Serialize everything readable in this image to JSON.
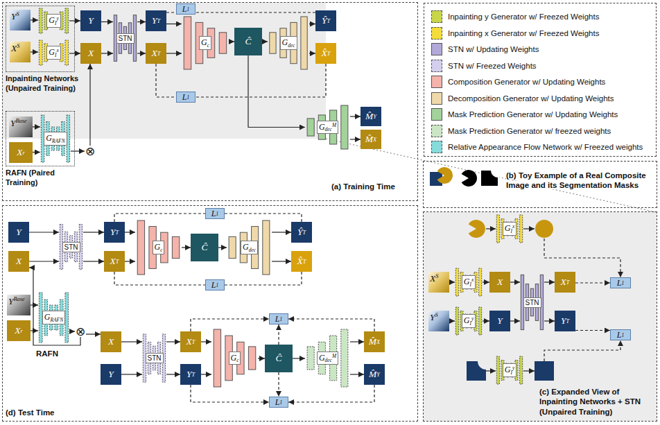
{
  "diagram": {
    "nodes": [
      {
        "text": [
          "(a) Training Time"
        ]
      },
      {
        "text": [
          "Inpainting Networks (Unpaired Training)"
        ],
        "in": 0
      },
      {
        "text": [
          "Y",
          "S"
        ],
        "in": 1
      },
      {
        "text": [
          "G",
          "I",
          "y"
        ],
        "in": 1
      },
      {
        "text": [
          "X",
          "S"
        ],
        "in": 1
      },
      {
        "text": [
          "G",
          "I",
          "x"
        ],
        "in": 1
      },
      {
        "text": [
          "Y"
        ],
        "in": 0
      },
      {
        "text": [
          "X"
        ],
        "in": 0
      },
      {
        "text": [
          "STN"
        ],
        "in": 0
      },
      {
        "text": [
          "Y",
          "T"
        ],
        "in": 0
      },
      {
        "text": [
          "X",
          "T"
        ],
        "in": 0
      },
      {
        "text": [
          "L",
          "1"
        ],
        "in": 0
      },
      {
        "text": [
          "G",
          "c"
        ],
        "in": 0
      },
      {
        "text": [
          "Ĉ"
        ],
        "in": 0
      },
      {
        "text": [
          "G",
          "dec"
        ],
        "in": 0
      },
      {
        "text": [
          "Ŷ",
          "T"
        ],
        "in": 0
      },
      {
        "text": [
          "X̂",
          "T"
        ],
        "in": 0
      },
      {
        "text": [
          "L",
          "1"
        ],
        "in": 0
      },
      {
        "text": [
          "G",
          "dec",
          "M"
        ],
        "in": 0
      },
      {
        "text": [
          "M̂",
          "Y"
        ],
        "in": 0
      },
      {
        "text": [
          "M̂",
          "X"
        ],
        "in": 0
      },
      {
        "text": [
          "RAFN (Paired Training)"
        ],
        "in": 0
      },
      {
        "text": [
          "Y",
          "Base"
        ],
        "in": 21
      },
      {
        "text": [
          "X",
          "r"
        ],
        "in": 21
      },
      {
        "text": [
          "G",
          "RAFN"
        ],
        "in": 21
      },
      {
        "text": [
          "⊗"
        ],
        "in": 0
      },
      {
        "text": [
          "(b) Toy Example of a Real Composite Image and its Segmentation Masks"
        ]
      },
      {
        "text": [
          "(c) Expanded View of Inpainting Networks + STN (Unpaired Training)"
        ]
      },
      {
        "text": [
          "G",
          "I",
          "x"
        ],
        "in": 27
      },
      {
        "text": [
          "X",
          "S"
        ],
        "in": 27
      },
      {
        "text": [
          "G",
          "I",
          "x"
        ],
        "in": 27
      },
      {
        "text": [
          "X"
        ],
        "in": 27
      },
      {
        "text": [
          "STN"
        ],
        "in": 27
      },
      {
        "text": [
          "X",
          "T"
        ],
        "in": 27
      },
      {
        "text": [
          "L",
          "1"
        ],
        "in": 27
      },
      {
        "text": [
          "Y",
          "S"
        ],
        "in": 27
      },
      {
        "text": [
          "G",
          "I",
          "y"
        ],
        "in": 27
      },
      {
        "text": [
          "Y"
        ],
        "in": 27
      },
      {
        "text": [
          "Y",
          "T"
        ],
        "in": 27
      },
      {
        "text": [
          "L",
          "1"
        ],
        "in": 27
      },
      {
        "text": [
          "G",
          "I",
          "y"
        ],
        "in": 27
      },
      {
        "text": [
          "(d) Test Time"
        ]
      },
      {
        "text": [
          "L",
          "1"
        ],
        "in": 41
      },
      {
        "text": [
          "Y"
        ],
        "in": 41
      },
      {
        "text": [
          "X"
        ],
        "in": 41
      },
      {
        "text": [
          "STN"
        ],
        "in": 41
      },
      {
        "text": [
          "Y",
          "T"
        ],
        "in": 41
      },
      {
        "text": [
          "X",
          "T"
        ],
        "in": 41
      },
      {
        "text": [
          "G",
          "c"
        ],
        "in": 41
      },
      {
        "text": [
          "Ĉ"
        ],
        "in": 41
      },
      {
        "text": [
          "G",
          "dec"
        ],
        "in": 41
      },
      {
        "text": [
          "Ŷ",
          "T"
        ],
        "in": 41
      },
      {
        "text": [
          "X̂",
          "T"
        ],
        "in": 41
      },
      {
        "text": [
          "L",
          "1"
        ],
        "in": 41
      },
      {
        "text": [
          "Y",
          "Base"
        ],
        "in": 41
      },
      {
        "text": [
          "X",
          "r"
        ],
        "in": 41
      },
      {
        "text": [
          "G",
          "RAFN"
        ],
        "in": 41
      },
      {
        "text": [
          "⊗"
        ],
        "in": 41
      },
      {
        "text": [
          "L",
          "1"
        ],
        "in": 41
      },
      {
        "text": [
          "X"
        ],
        "in": 41
      },
      {
        "text": [
          "Y"
        ],
        "in": 41
      },
      {
        "text": [
          "STN"
        ],
        "in": 41
      },
      {
        "text": [
          "X",
          "T"
        ],
        "in": 41
      },
      {
        "text": [
          "Y",
          "T"
        ],
        "in": 41
      },
      {
        "text": [
          "G",
          "c"
        ],
        "in": 41
      },
      {
        "text": [
          "Ĉ"
        ],
        "in": 41
      },
      {
        "text": [
          "G",
          "dec",
          "M"
        ],
        "in": 41
      },
      {
        "text": [
          "M̂",
          "X"
        ],
        "in": 41
      },
      {
        "text": [
          "M̂",
          "Y"
        ],
        "in": 41
      },
      {
        "text": [
          "L",
          "1"
        ],
        "in": 41
      }
    ],
    "edges": [
      {
        "from": 2,
        "to": 3,
        "arrow": "to"
      },
      {
        "from": 3,
        "to": 6,
        "arrow": "to"
      },
      {
        "from": 4,
        "to": 5,
        "arrow": "to"
      },
      {
        "from": 5,
        "to": 7,
        "arrow": "to"
      },
      {
        "from": 6,
        "to": 8,
        "arrow": "to"
      },
      {
        "from": 7,
        "to": 8,
        "arrow": "to"
      },
      {
        "from": 8,
        "to": 9,
        "arrow": "to"
      },
      {
        "from": 8,
        "to": 10,
        "arrow": "to"
      },
      {
        "from": 9,
        "to": 12,
        "arrow": "to"
      },
      {
        "from": 10,
        "to": 12,
        "arrow": "to"
      },
      {
        "from": 12,
        "to": 13,
        "arrow": "to"
      },
      {
        "from": 13,
        "to": 14,
        "arrow": "to"
      },
      {
        "from": 14,
        "to": 15,
        "arrow": "to"
      },
      {
        "from": 14,
        "to": 16,
        "arrow": "to"
      },
      {
        "from": 9,
        "to": 11,
        "arrow": "none"
      },
      {
        "from": 15,
        "to": 11,
        "arrow": "none"
      },
      {
        "from": 10,
        "to": 17,
        "arrow": "none"
      },
      {
        "from": 16,
        "to": 17,
        "arrow": "none"
      },
      {
        "from": 13,
        "to": 18,
        "arrow": "to"
      },
      {
        "from": 18,
        "to": 19,
        "arrow": "to"
      },
      {
        "from": 18,
        "to": 20,
        "arrow": "to"
      },
      {
        "from": 22,
        "to": 24,
        "arrow": "to"
      },
      {
        "from": 23,
        "to": 24,
        "arrow": "to"
      },
      {
        "from": 24,
        "to": 25,
        "arrow": "to"
      },
      {
        "from": 25,
        "to": 7,
        "arrow": "to"
      },
      {
        "from": 29,
        "to": 30,
        "arrow": "to"
      },
      {
        "from": 30,
        "to": 31,
        "arrow": "to"
      },
      {
        "from": 31,
        "to": 32,
        "arrow": "to"
      },
      {
        "from": 35,
        "to": 36,
        "arrow": "to"
      },
      {
        "from": 36,
        "to": 37,
        "arrow": "to"
      },
      {
        "from": 37,
        "to": 32,
        "arrow": "to"
      },
      {
        "from": 32,
        "to": 33,
        "arrow": "to"
      },
      {
        "from": 32,
        "to": 38,
        "arrow": "to"
      },
      {
        "from": 33,
        "to": 34,
        "arrow": "to"
      },
      {
        "from": 38,
        "to": 39,
        "arrow": "to"
      },
      {
        "from": 43,
        "to": 45,
        "arrow": "to"
      },
      {
        "from": 44,
        "to": 45,
        "arrow": "to"
      },
      {
        "from": 45,
        "to": 46,
        "arrow": "to"
      },
      {
        "from": 45,
        "to": 47,
        "arrow": "to"
      },
      {
        "from": 46,
        "to": 48,
        "arrow": "to"
      },
      {
        "from": 47,
        "to": 48,
        "arrow": "to"
      },
      {
        "from": 48,
        "to": 49,
        "arrow": "to"
      },
      {
        "from": 49,
        "to": 50,
        "arrow": "to"
      },
      {
        "from": 50,
        "to": 51,
        "arrow": "to"
      },
      {
        "from": 50,
        "to": 52,
        "arrow": "to"
      },
      {
        "from": 46,
        "to": 42,
        "arrow": "none"
      },
      {
        "from": 51,
        "to": 42,
        "arrow": "none"
      },
      {
        "from": 47,
        "to": 53,
        "arrow": "none"
      },
      {
        "from": 52,
        "to": 53,
        "arrow": "none"
      },
      {
        "from": 54,
        "to": 56,
        "arrow": "to"
      },
      {
        "from": 55,
        "to": 56,
        "arrow": "to"
      },
      {
        "from": 56,
        "to": 57,
        "arrow": "to"
      },
      {
        "from": 57,
        "to": 44,
        "arrow": "to"
      },
      {
        "from": 57,
        "to": 59,
        "arrow": "to"
      },
      {
        "from": 59,
        "to": 61,
        "arrow": "to"
      },
      {
        "from": 60,
        "to": 61,
        "arrow": "to"
      },
      {
        "from": 61,
        "to": 62,
        "arrow": "to"
      },
      {
        "from": 61,
        "to": 63,
        "arrow": "to"
      },
      {
        "from": 62,
        "to": 64,
        "arrow": "to"
      },
      {
        "from": 63,
        "to": 64,
        "arrow": "to"
      },
      {
        "from": 64,
        "to": 65,
        "arrow": "to"
      },
      {
        "from": 65,
        "to": 66,
        "arrow": "to"
      },
      {
        "from": 66,
        "to": 67,
        "arrow": "to"
      },
      {
        "from": 66,
        "to": 68,
        "arrow": "to"
      },
      {
        "from": 62,
        "to": 58,
        "arrow": "to"
      },
      {
        "from": 65,
        "to": 58,
        "arrow": "to"
      },
      {
        "from": 67,
        "to": 58,
        "arrow": "to"
      },
      {
        "from": 63,
        "to": 69,
        "arrow": "to"
      },
      {
        "from": 65,
        "to": 69,
        "arrow": "to"
      },
      {
        "from": 68,
        "to": 69,
        "arrow": "to"
      }
    ],
    "labels": [
      "RAFN"
    ],
    "legend": [
      {
        "text": "Inpainting y Generator w/ Freezed Weights",
        "color": "#c9d64a"
      },
      {
        "text": "Inpainting x Generator w/ Freezed Weights",
        "color": "#f4dc3c"
      },
      {
        "text": "STN w/ Updating Weights",
        "color": "#b3a9d9"
      },
      {
        "text": "STN w/ Freezed Weights",
        "color": "#d5cfee"
      },
      {
        "text": "Composition Generator w/ Updating Weights",
        "color": "#f4b3ab"
      },
      {
        "text": "Decomposition Generator w/ Updating Weights",
        "color": "#efd9aa"
      },
      {
        "text": "Mask Prediction Generator w/ Updating Weights",
        "color": "#a3d29b"
      },
      {
        "text": "Mask Prediction Generator w/ freezed weights",
        "color": "#cbe6c4"
      },
      {
        "text": "Relative Appearance Flow Network w/ Freezed weights",
        "color": "#86dbdb"
      }
    ]
  }
}
